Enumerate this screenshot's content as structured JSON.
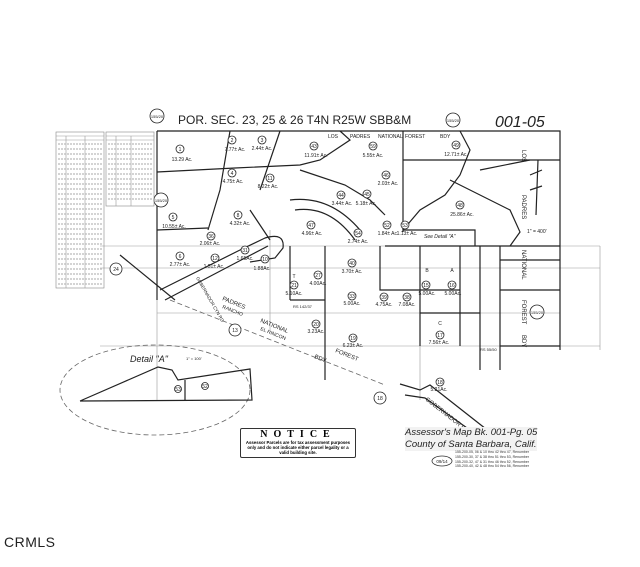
{
  "map": {
    "title": "POR. SEC. 23, 25 & 26 T4N R25W SBB&M",
    "map_number": "001-05",
    "book_ref_circle": "155/20",
    "scale": "1\" = 400'",
    "see_detail": "See Detail \"A\"",
    "detail_title": "Detail \"A\"",
    "detail_scale": "1\" = 100'",
    "forest_boundary_labels": [
      "LOS",
      "PADRES",
      "NATIONAL",
      "FOREST",
      "BDY"
    ],
    "roads": [
      "GOBERNADOR CYN RD",
      "GOBERNADOR CANYON RD",
      "RANCHO",
      "EL RINCON"
    ],
    "circled_refs": [
      "24",
      "13",
      "18"
    ],
    "rs_refs": [
      "RS 142/37",
      "RS 55/50"
    ]
  },
  "parcels": [
    {
      "num": "1",
      "acres": "13.29 Ac."
    },
    {
      "num": "2",
      "acres": "7.77± Ac."
    },
    {
      "num": "3",
      "acres": "2.44± Ac."
    },
    {
      "num": "4",
      "acres": "4.75± Ac."
    },
    {
      "num": "5",
      "acres": "10.55± Ac."
    },
    {
      "num": "6",
      "acres": "2.77± Ac."
    },
    {
      "num": "8",
      "acres": "4.32± Ac."
    },
    {
      "num": "11",
      "acres": "8.22± Ac."
    },
    {
      "num": "12",
      "acres": "1.51± Ac."
    },
    {
      "num": "31",
      "acres": "1.65Ac."
    },
    {
      "num": "36",
      "acres": "2.06± Ac."
    },
    {
      "num": "43",
      "acres": "11.91± Ac."
    },
    {
      "num": "59",
      "acres": "5.55± Ac."
    },
    {
      "num": "49",
      "acres": "12.71± Ac."
    },
    {
      "num": "44",
      "acres": "3.44± Ac."
    },
    {
      "num": "45",
      "acres": "5.18± Ac."
    },
    {
      "num": "46",
      "acres": "2.03± Ac."
    },
    {
      "num": "47",
      "acres": "4.96± Ac."
    },
    {
      "num": "48",
      "acres": "25.86± Ac."
    },
    {
      "num": "52",
      "acres": "1.84± Ac."
    },
    {
      "num": "53",
      "acres": "1.13± Ac."
    },
    {
      "num": "54",
      "acres": "2.74± Ac."
    },
    {
      "num": "27",
      "acres": "4.00Ac."
    },
    {
      "num": "40",
      "acres": "3.70± Ac."
    },
    {
      "num": "21",
      "acres": "5.10Ac."
    },
    {
      "num": "33",
      "acres": "5.00Ac."
    },
    {
      "num": "15",
      "acres": "5.00Ac."
    },
    {
      "num": "16",
      "acres": "5.00Ac."
    },
    {
      "num": "20",
      "acres": "3.23Ac."
    },
    {
      "num": "19",
      "acres": "6.23± Ac."
    },
    {
      "num": "17",
      "acres": "7.56± Ac."
    },
    {
      "num": "18",
      "acres": "5.21Ac."
    },
    {
      "num": "39",
      "acres": "4.75Ac."
    },
    {
      "num": "38",
      "acres": "7.08Ac."
    },
    {
      "num": "10",
      "acres": "1.88Ac."
    }
  ],
  "parcel_letters": [
    "A",
    "B",
    "C",
    "T"
  ],
  "notice": {
    "heading": "NOTICE",
    "body": "Assessor Parcels are for tax assessment purposes only and do not indicate either parcel legality or a valid building site."
  },
  "footer": {
    "line1": "Assessor's Map Bk. 001-Pg. 05",
    "line2": "County of Santa Barbara, Calif.",
    "date": "09/14",
    "notes": [
      "155-200-05, 06 & 10 thru 42 thru 47, Renumber",
      "155-200-30, 37 & 38 thru 51 thru 53, Renumber",
      "155-200-32, 47 & 31 thru 46 thru 52, Renumber",
      "155-200-40, 42 & 48 thru 54 thru 56, Renumber"
    ]
  },
  "watermark": "CRMLS"
}
